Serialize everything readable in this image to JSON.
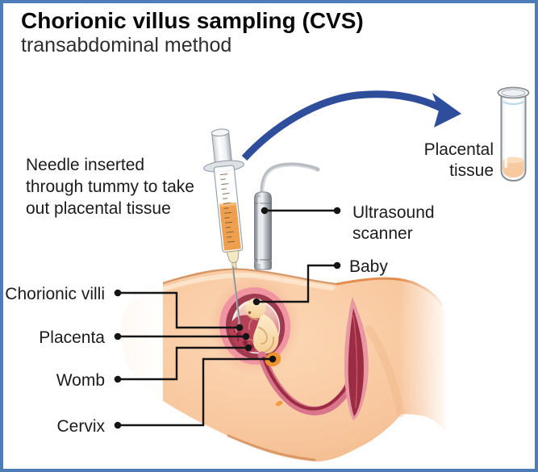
{
  "header": {
    "title": "Chorionic villus sampling (CVS)",
    "subtitle": "transabdominal method"
  },
  "labels": {
    "needle_note": {
      "lines": [
        "Needle inserted",
        "through tummy to take",
        "out placental tissue"
      ]
    },
    "placental_tissue": {
      "lines": [
        "Placental",
        "tissue"
      ]
    },
    "ultrasound_scanner": {
      "lines": [
        "Ultrasound",
        "scanner"
      ]
    },
    "baby": "Baby",
    "chorionic_villi": "Chorionic villi",
    "placenta": "Placenta",
    "womb": "Womb",
    "cervix": "Cervix"
  },
  "palette": {
    "frame_border_blue": "#4d7cb7",
    "background": "#ffffff",
    "skin": "#f8c69d",
    "skin_outline_tan": "#cf8f5e",
    "thigh_edge_orange": "#e08440",
    "womb_outer_pink": "#ef94a0",
    "womb_wall_maroon": "#9e3950",
    "amniotic_ring_white": "#fcefe9",
    "cavity_rose": "#bf4f6c",
    "fetus_peach": "#f9d8a3",
    "villi_red": "#b54156",
    "canal_dark_red": "#9c2c44",
    "canal_pink": "#d8758a",
    "mucus_plug_orange": "#ef9332",
    "syringe_liquid": "#efa04e",
    "tube_liquid": "#f6c9a0",
    "tube_liquid_surface": "#fbdcba",
    "metal_gray": "#9aa1a8",
    "arrow_blue": "#2e4d9b",
    "leader_black": "#141414"
  }
}
